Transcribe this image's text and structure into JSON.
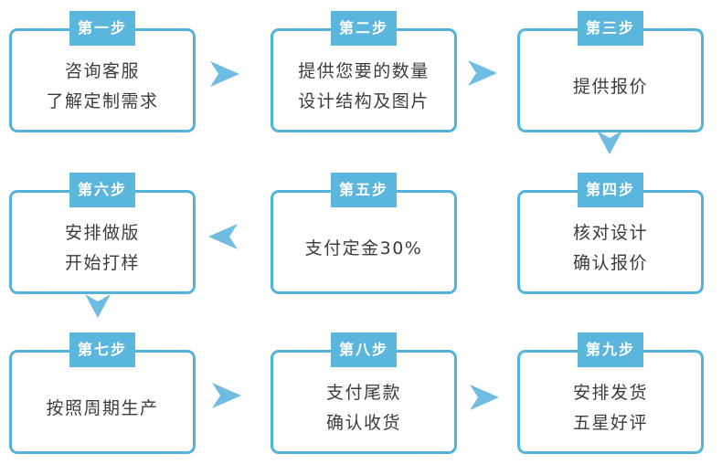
{
  "diagram": {
    "type": "flowchart",
    "language": "zh-CN",
    "steps": [
      {
        "badge": "第一步",
        "lines": [
          "咨询客服",
          "了解定制需求"
        ]
      },
      {
        "badge": "第二步",
        "lines": [
          "提供您要的数量",
          "设计结构及图片"
        ]
      },
      {
        "badge": "第三步",
        "lines": [
          "提供报价"
        ]
      },
      {
        "badge": "第四步",
        "lines": [
          "核对设计",
          "确认报价"
        ]
      },
      {
        "badge": "第五步",
        "lines": [
          "支付定金30%"
        ]
      },
      {
        "badge": "第六步",
        "lines": [
          "安排做版",
          "开始打样"
        ]
      },
      {
        "badge": "第七步",
        "lines": [
          "按照周期生产"
        ]
      },
      {
        "badge": "第八步",
        "lines": [
          "支付尾款",
          "确认收货"
        ]
      },
      {
        "badge": "第九步",
        "lines": [
          "安排发货",
          "五星好评"
        ]
      }
    ],
    "flow": [
      "1→2",
      "2→3",
      "3→4",
      "5→6",
      "6→7",
      "7→8",
      "8→9"
    ]
  },
  "colors": {
    "badge_bg": "#5BB6DE",
    "box_border": "#53B2DC",
    "arrow": "#6FBCE3",
    "badge_text": "#FFFFFF",
    "body_text": "#3C3C3C"
  }
}
